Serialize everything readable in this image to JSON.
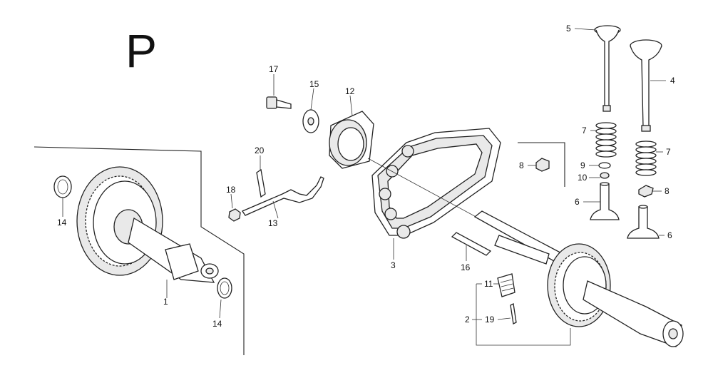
{
  "section_letter": "P",
  "callouts": {
    "c1": "1",
    "c2": "2",
    "c3": "3",
    "c4": "4",
    "c5": "5",
    "c6a": "6",
    "c6b": "6",
    "c7a": "7",
    "c7b": "7",
    "c8a": "8",
    "c8b": "8",
    "c9": "9",
    "c10": "10",
    "c11": "11",
    "c12": "12",
    "c13": "13",
    "c14a": "14",
    "c14b": "14",
    "c15": "15",
    "c16": "16",
    "c17": "17",
    "c18": "18",
    "c19": "19",
    "c20": "20"
  }
}
